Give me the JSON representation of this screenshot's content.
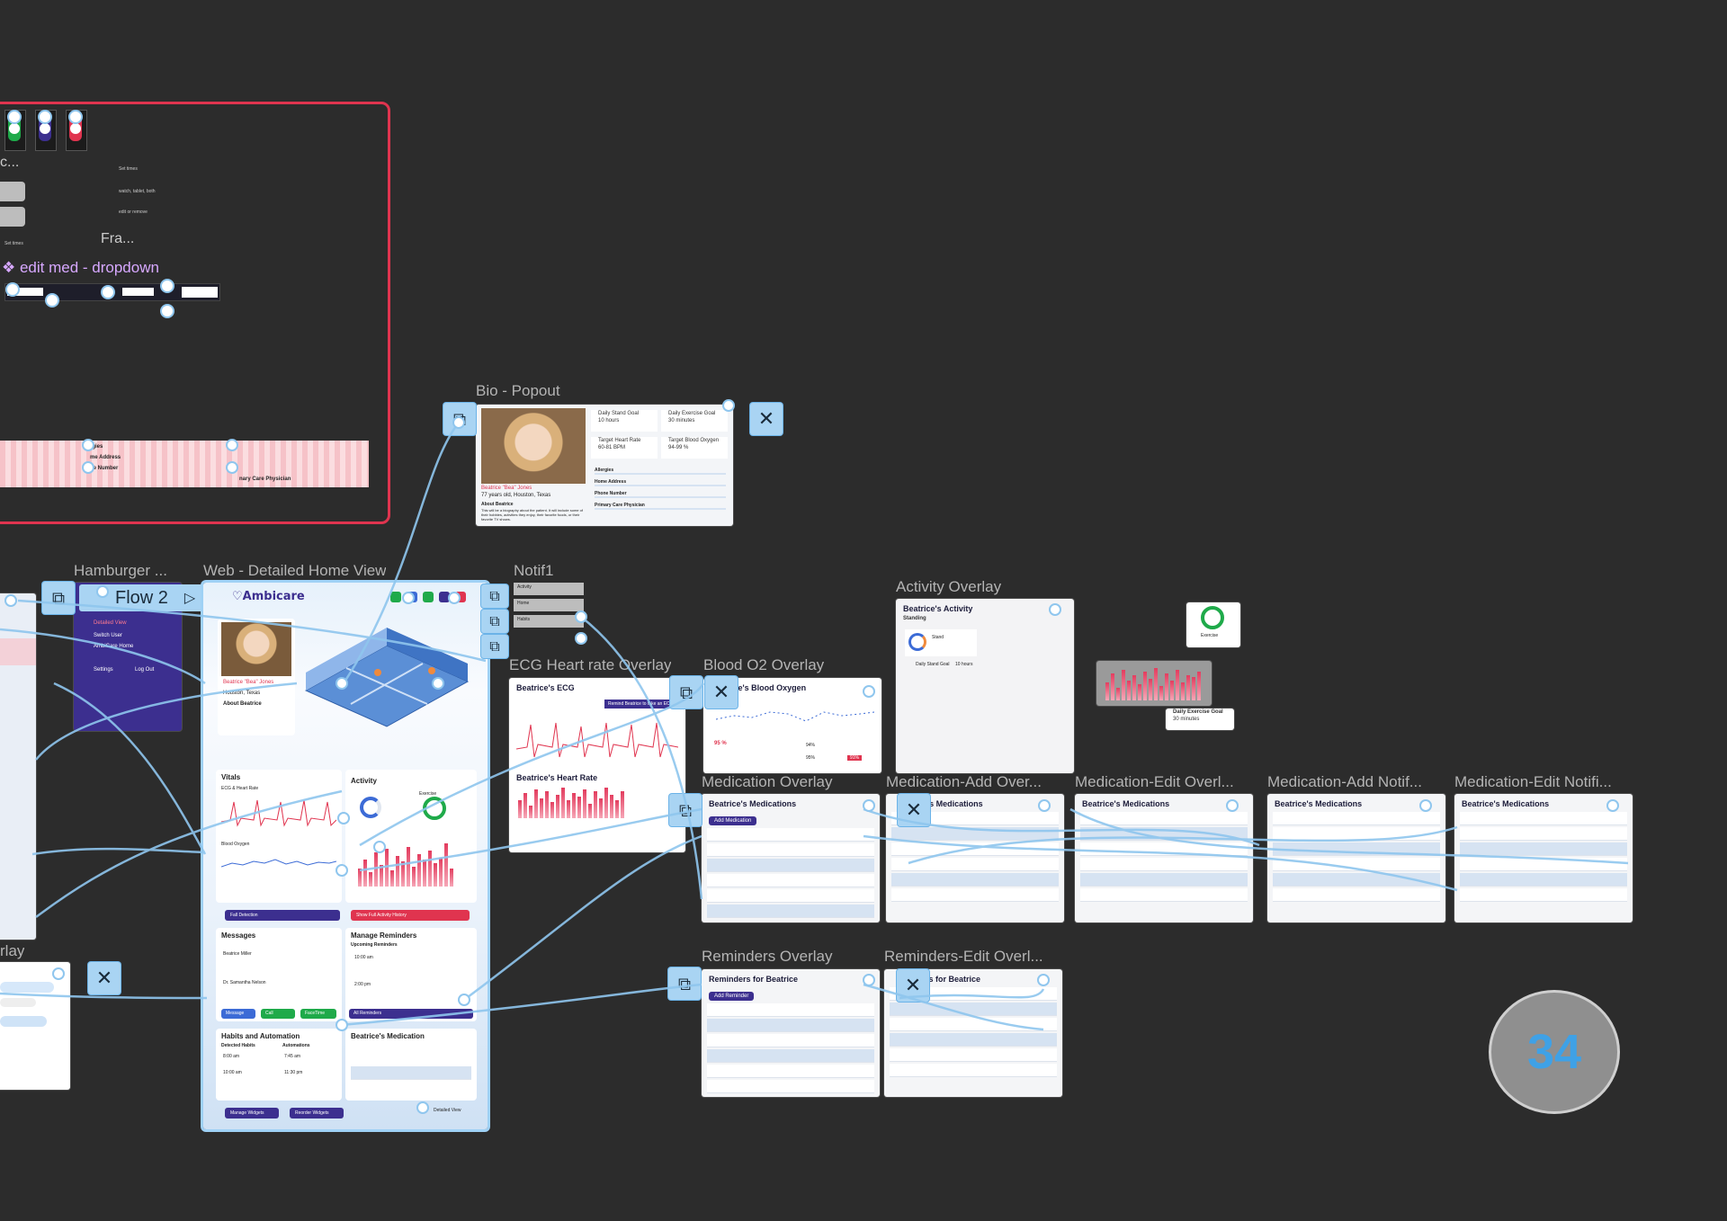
{
  "canvas": {
    "background": "#2c2c2c",
    "connector_color": "#8fc6ee",
    "section_border_color": "#e0344f"
  },
  "section": {
    "truncated_label": "c...",
    "frame_label": "Fra...",
    "component_label": "edit med - dropdown",
    "notes": [
      "Set times",
      "watch, tablet, both",
      "edit or remove",
      "Set times"
    ],
    "list_rows": [
      "rgies",
      "me Address",
      "ne Number",
      "nary Care Physician"
    ]
  },
  "frames": {
    "hamburger": {
      "label": "Hamburger ...",
      "items": [
        "Detailed View",
        "Switch User",
        "AmbiCare Home",
        "Settings",
        "Log Out"
      ]
    },
    "web_home": {
      "label": "Web - Detailed Home View",
      "brand": "Ambicare",
      "patient_name": "Beatrice \"Bea\" Jones",
      "patient_location": "Houston, Texas",
      "about_heading": "About Beatrice",
      "sections": {
        "vitals": "Vitals",
        "ecg": "ECG & Heart Rate",
        "blood_oxygen": "Blood Oxygen",
        "activity": "Activity",
        "exercise": "Exercise",
        "fall_detection": "Fall Detection",
        "full_activity": "Show Full Activity History",
        "messages": "Messages",
        "manage_reminders": "Manage Reminders",
        "upcoming_reminders": "Upcoming Reminders",
        "all_reminders": "All Reminders",
        "habits": "Habits and Automation",
        "detected_habits": "Detected Habits",
        "automations": "Automations",
        "medication": "Beatrice's Medication",
        "manage_widgets": "Manage Widgets",
        "reorder_widgets": "Reorder Widgets",
        "detailed_view": "Detailed View"
      },
      "contacts": [
        "Beatrice Miller",
        "Dr. Samantha Nelson"
      ],
      "contact_buttons": [
        "Message",
        "Call",
        "FaceTime"
      ],
      "times": [
        "8:00 am",
        "10:00 am",
        "7:45 am",
        "11:30 pm",
        "10:00 am",
        "2:00 pm"
      ]
    },
    "flow": {
      "label": "Flow 2"
    },
    "bio": {
      "label": "Bio - Popout",
      "stats": [
        "Daily Stand Goal",
        "Daily Exercise Goal",
        "Target Heart Rate",
        "Target Blood Oxygen"
      ],
      "stat_values": [
        "10 hours",
        "30 minutes",
        "60-81 BPM",
        "94-99 %"
      ],
      "name": "Beatrice \"Bea\" Jones",
      "subtitle": "77 years old, Houston, Texas",
      "about_heading": "About Beatrice",
      "about_text": "This will be a biography about the patient. It will include some of their hobbies, activities they enjoy, their favorite foods, or their favorite TV shows.",
      "fields": [
        "Allergies",
        "Home Address",
        "Phone Number",
        "Primary Care Physician"
      ]
    },
    "notif1": {
      "label": "Notif1",
      "items": [
        "Activity",
        "Home",
        "Habits"
      ]
    },
    "ecg": {
      "label": "ECG Heart rate Overlay",
      "title": "Beatrice's ECG",
      "subtitle": "Beatrice's Heart Rate",
      "button": "Remind Beatrice to take an ECG"
    },
    "blood_o2": {
      "label": "Blood O2 Overlay",
      "title": "Beatrice's Blood Oxygen",
      "values": [
        "95 %",
        "94%",
        "95%",
        "91%"
      ]
    },
    "activity": {
      "label": "Activity Overlay",
      "title": "Beatrice's Activity",
      "sub": "Standing",
      "stand": "Stand",
      "goal": "Daily Stand Goal",
      "goal_value": "10 hours"
    },
    "exercise_widget": {
      "label": "Exercise",
      "goal": "Daily Exercise Goal",
      "goal_value": "30 minutes"
    },
    "med_overlay": {
      "label": "Medication Overlay",
      "title": "Beatrice's Medications",
      "button": "Add Medication"
    },
    "med_add": {
      "label": "Medication-Add Over...",
      "title": "'s Medications"
    },
    "med_edit": {
      "label": "Medication-Edit Overl...",
      "title": "Beatrice's Medications"
    },
    "med_add_notif": {
      "label": "Medication-Add Notif...",
      "title": "Beatrice's Medications"
    },
    "med_edit_notif": {
      "label": "Medication-Edit Notifi...",
      "title": "Beatrice's Medications"
    },
    "reminders": {
      "label": "Reminders Overlay",
      "title": "Reminders for Beatrice",
      "button": "Add Reminder"
    },
    "reminders_edit": {
      "label": "Reminders-Edit Overl...",
      "title": "rs for Beatrice"
    },
    "overlay_left": {
      "label": "rlay"
    }
  },
  "page_counter": {
    "value": "34",
    "bg": "#8f8f8f",
    "text_color": "#3fa1e6"
  }
}
